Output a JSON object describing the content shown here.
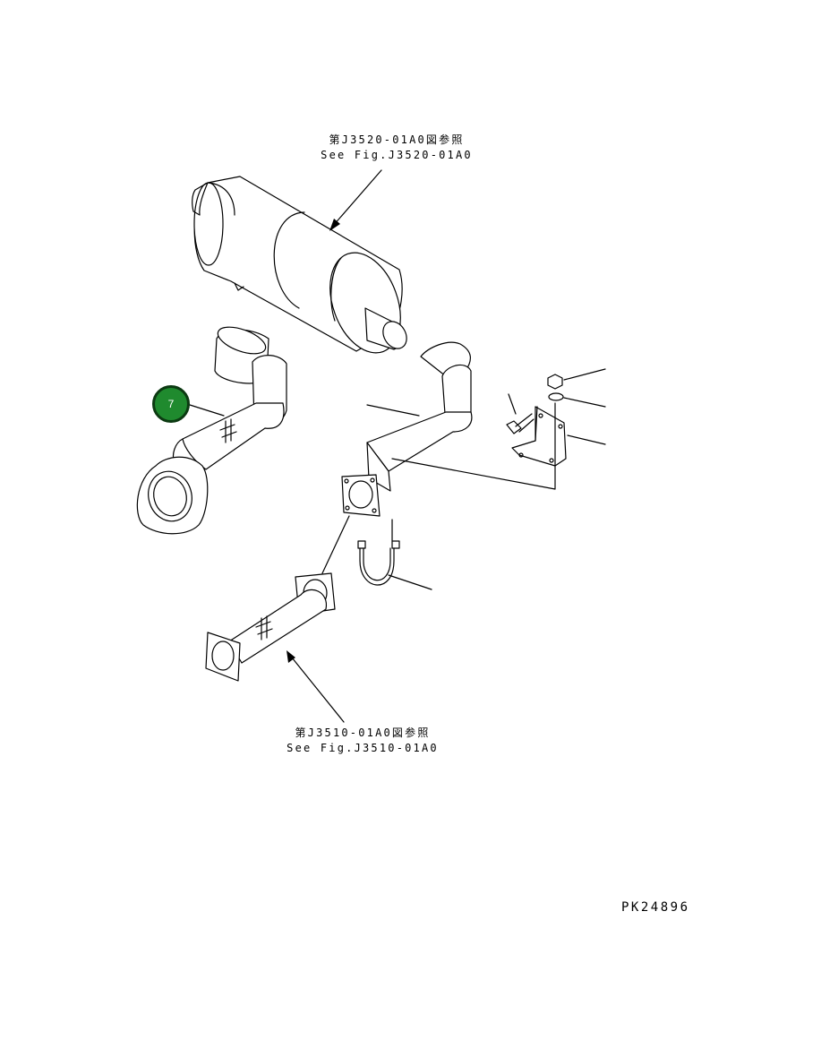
{
  "references": {
    "top": {
      "line1": "第J3520-01A0図参照",
      "line2": "See Fig.J3520-01A0"
    },
    "bottom": {
      "line1": "第J3510-01A0図参照",
      "line2": "See Fig.J3510-01A0"
    }
  },
  "callout": {
    "number": "7",
    "color": "#1f8a2e"
  },
  "drawing_id": "PK24896"
}
